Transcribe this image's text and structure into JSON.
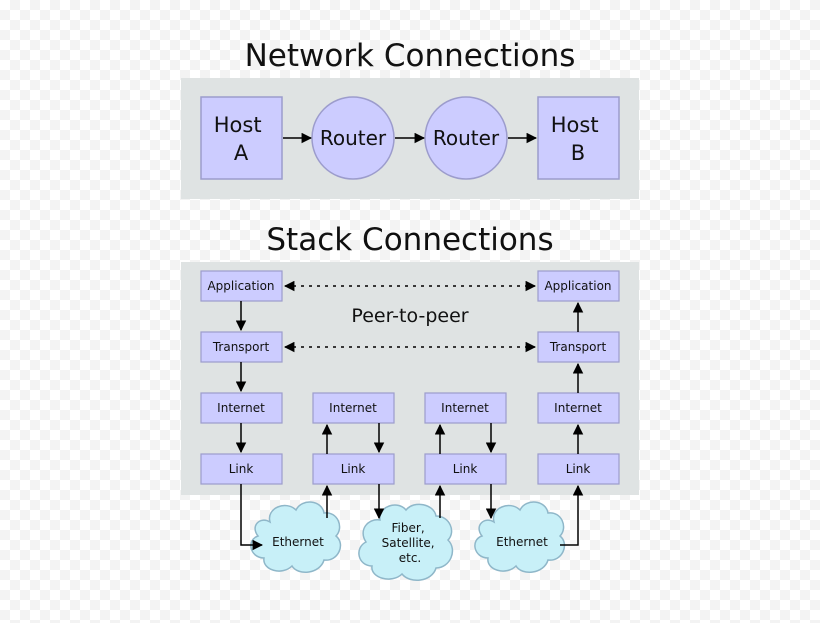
{
  "titles": {
    "network": "Network Connections",
    "stack": "Stack Connections"
  },
  "network": {
    "host_a": [
      "Host",
      "A"
    ],
    "router1": "Router",
    "router2": "Router",
    "host_b": [
      "Host",
      "B"
    ]
  },
  "stack": {
    "peer_label": "Peer-to-peer",
    "host_a": {
      "application": "Application",
      "transport": "Transport",
      "internet": "Internet",
      "link": "Link"
    },
    "router1": {
      "internet": "Internet",
      "link": "Link"
    },
    "router2": {
      "internet": "Internet",
      "link": "Link"
    },
    "host_b": {
      "application": "Application",
      "transport": "Transport",
      "internet": "Internet",
      "link": "Link"
    }
  },
  "media": {
    "ethernet1": "Ethernet",
    "fiber": [
      "Fiber,",
      "Satellite,",
      "etc."
    ],
    "ethernet2": "Ethernet"
  },
  "colors": {
    "panel": "#dfe3e3",
    "box_fill": "#ccccff",
    "box_stroke": "#9c9ccc",
    "cloud_fill": "#c8f0f8",
    "cloud_stroke": "#8fb7c9",
    "line": "#000000"
  }
}
